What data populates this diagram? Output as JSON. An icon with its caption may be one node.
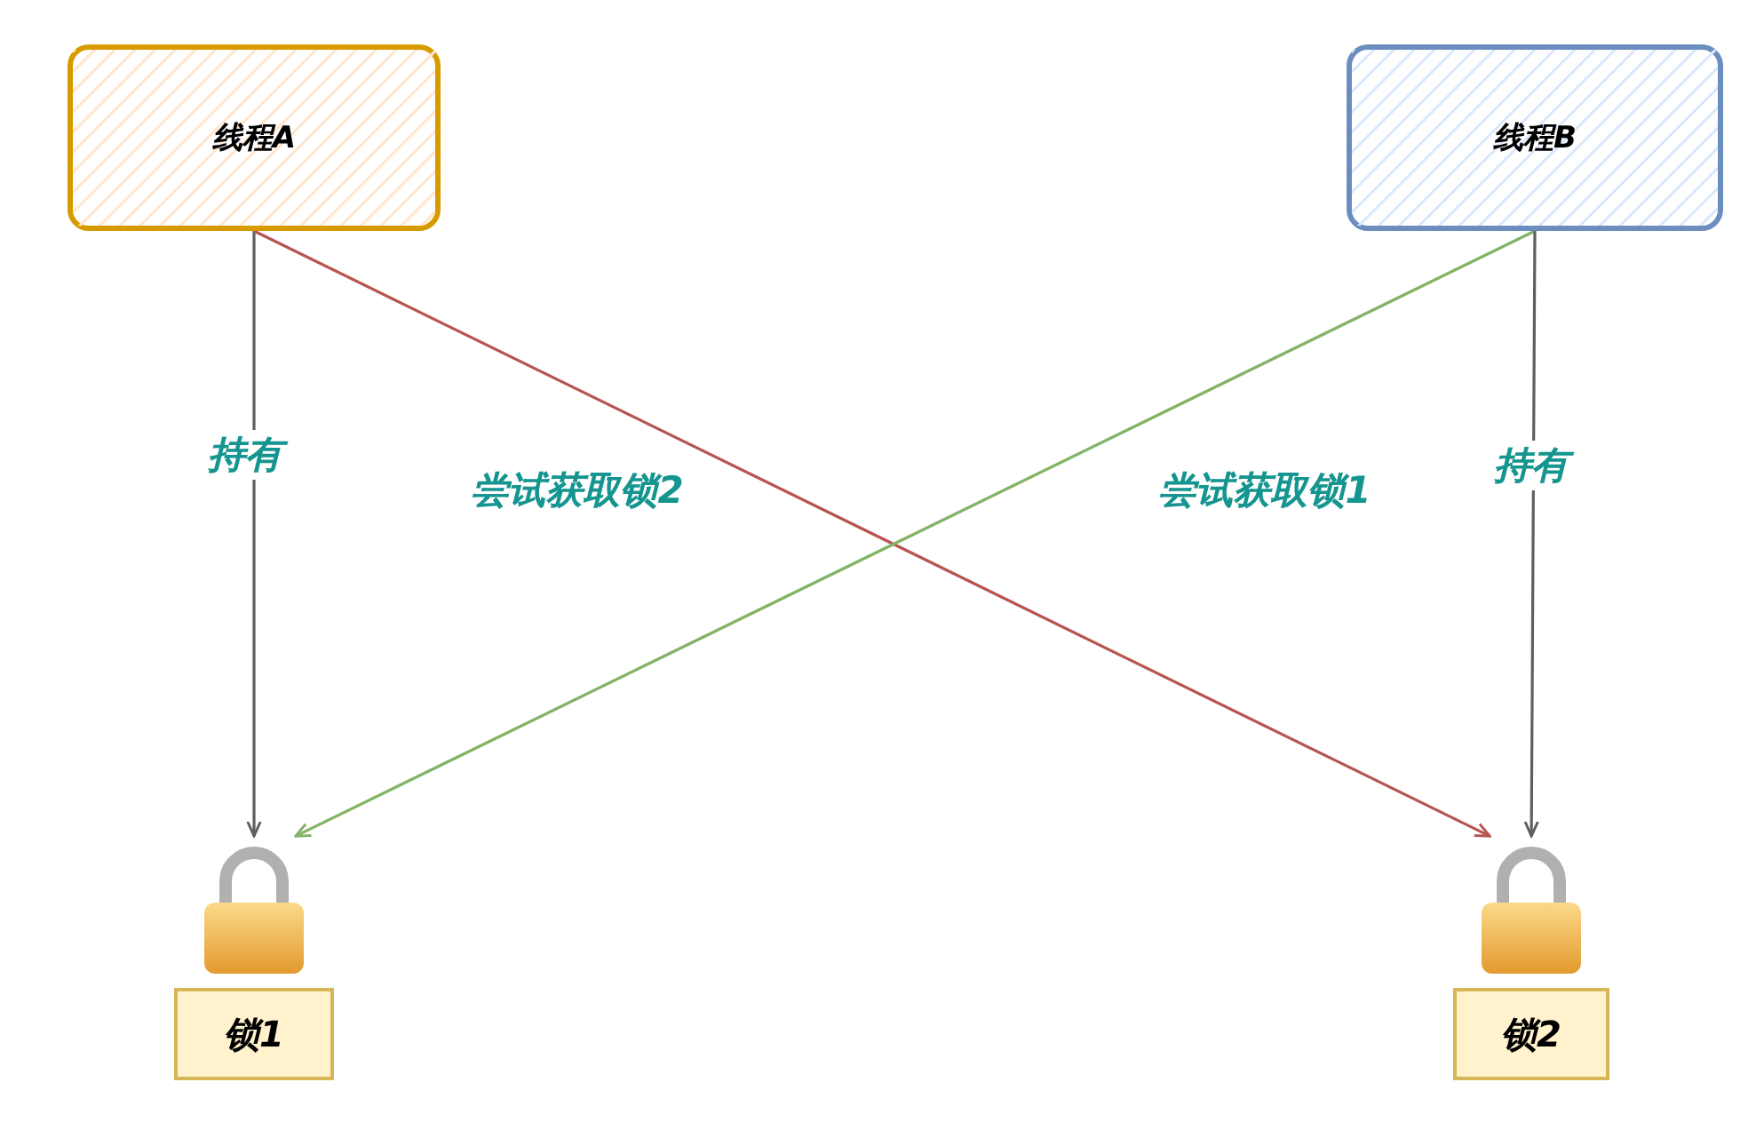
{
  "diagram": {
    "nodes": [
      {
        "text": [
          "线程A"
        ]
      },
      {
        "text": [
          "线程B"
        ]
      },
      {
        "text": [
          "锁1"
        ]
      },
      {
        "text": [
          "锁2"
        ]
      }
    ],
    "edges": [
      {
        "from": 0,
        "to": 2,
        "arrow": "to",
        "label": "持有"
      },
      {
        "from": 0,
        "to": 3,
        "arrow": "to",
        "label": "尝试获取锁2",
        "color": "#b85450"
      },
      {
        "from": 1,
        "to": 2,
        "arrow": "to",
        "label": "尝试获取锁1",
        "color": "#82b366"
      },
      {
        "from": 1,
        "to": 3,
        "arrow": "to",
        "label": "持有"
      }
    ]
  }
}
